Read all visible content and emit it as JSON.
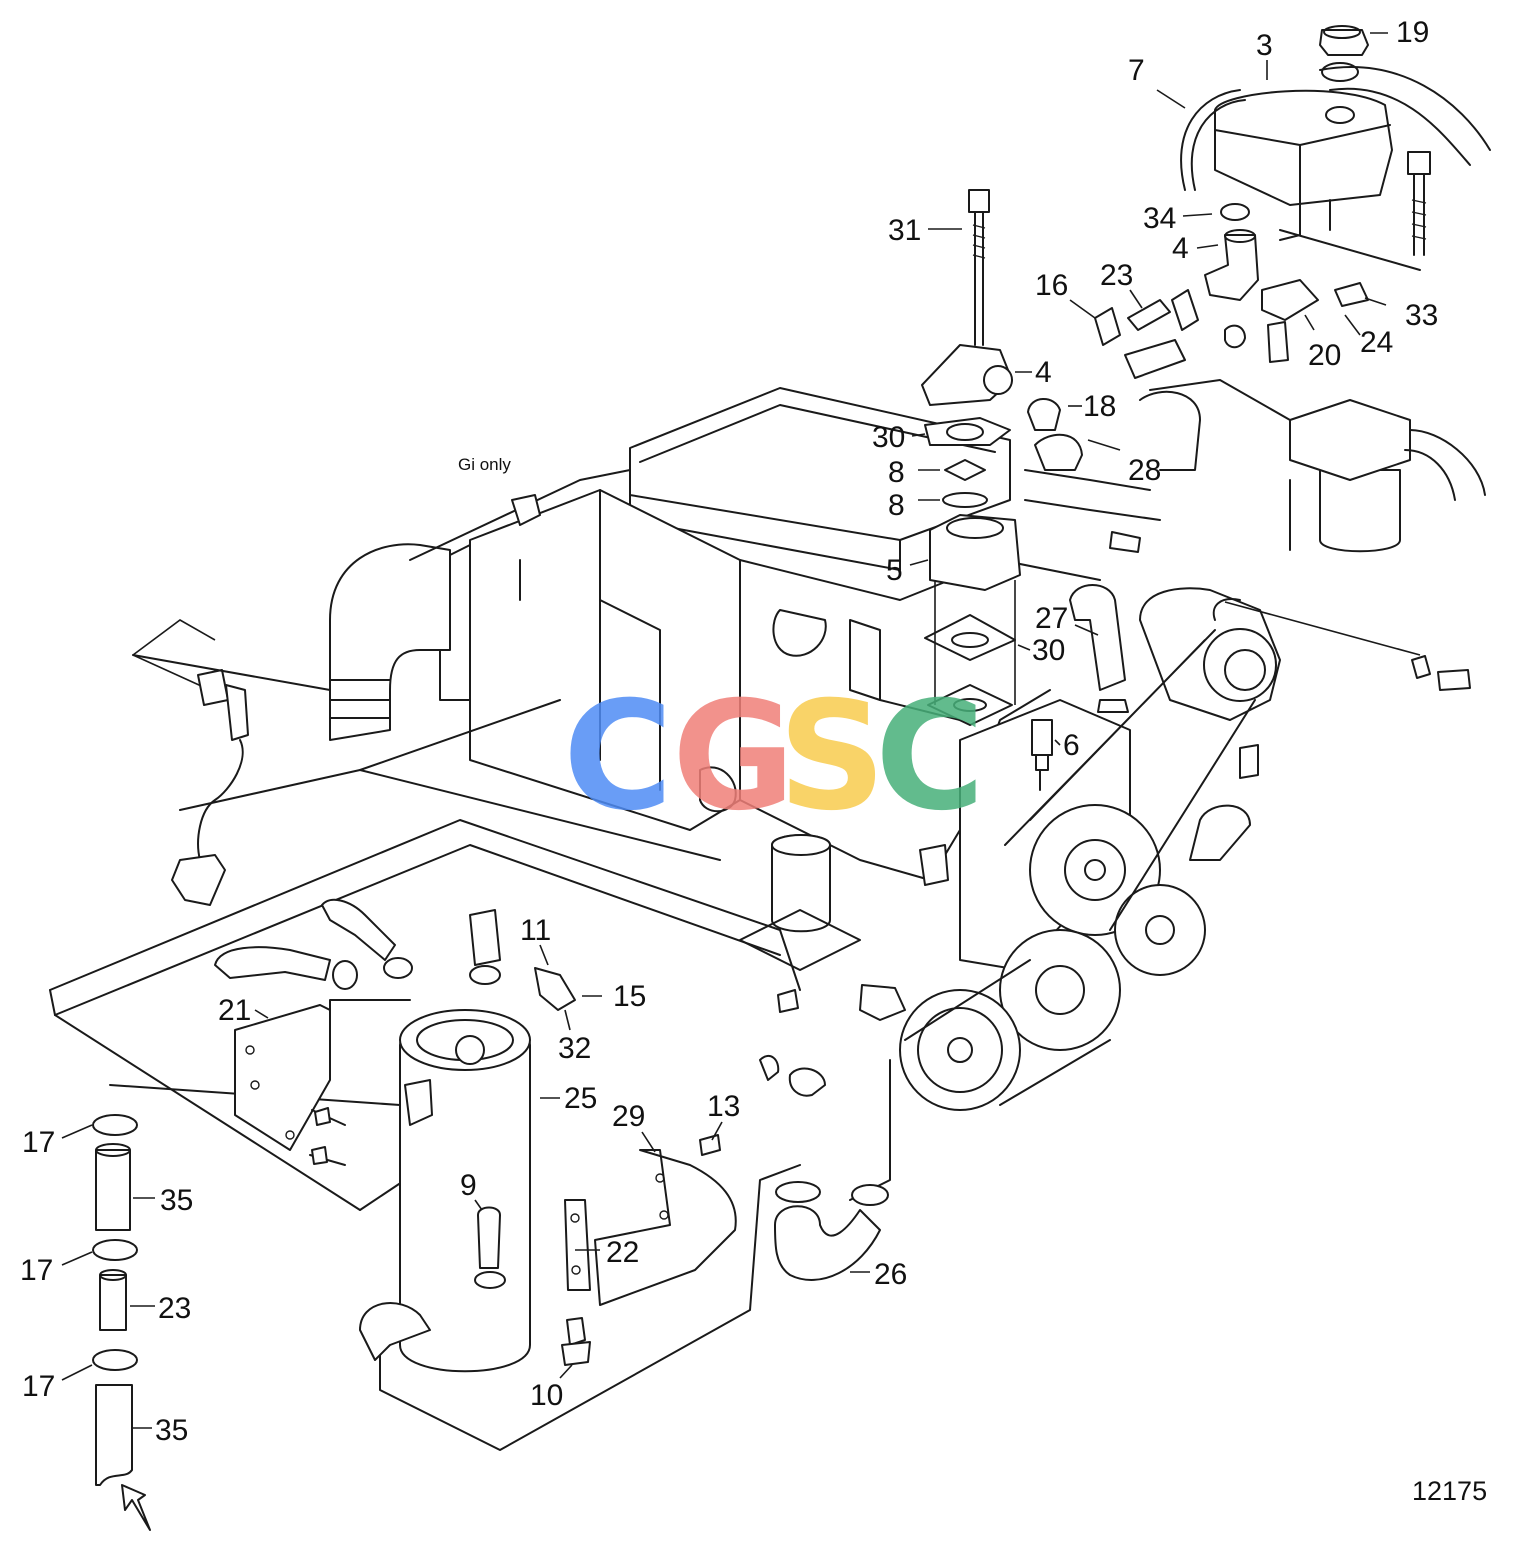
{
  "drawing_number": "12175",
  "note_gi_only": "Gi only",
  "watermark": {
    "letters": [
      "C",
      "G",
      "S",
      "C"
    ],
    "colors": [
      "#4f8df5",
      "#f07f79",
      "#f8cc4e",
      "#47b07a"
    ]
  },
  "callouts": [
    {
      "id": "c3",
      "text": "3"
    },
    {
      "id": "c19",
      "text": "19"
    },
    {
      "id": "c7",
      "text": "7"
    },
    {
      "id": "c34",
      "text": "34"
    },
    {
      "id": "c4a",
      "text": "4"
    },
    {
      "id": "c31",
      "text": "31"
    },
    {
      "id": "c16",
      "text": "16"
    },
    {
      "id": "c23a",
      "text": "23"
    },
    {
      "id": "c33",
      "text": "33"
    },
    {
      "id": "c24",
      "text": "24"
    },
    {
      "id": "c20",
      "text": "20"
    },
    {
      "id": "c4b",
      "text": "4"
    },
    {
      "id": "c18",
      "text": "18"
    },
    {
      "id": "c30a",
      "text": "30"
    },
    {
      "id": "c28",
      "text": "28"
    },
    {
      "id": "c8a",
      "text": "8"
    },
    {
      "id": "c8b",
      "text": "8"
    },
    {
      "id": "c5",
      "text": "5"
    },
    {
      "id": "c27",
      "text": "27"
    },
    {
      "id": "c30b",
      "text": "30"
    },
    {
      "id": "c6",
      "text": "6"
    },
    {
      "id": "c11",
      "text": "11"
    },
    {
      "id": "c15",
      "text": "15"
    },
    {
      "id": "c21",
      "text": "21"
    },
    {
      "id": "c32",
      "text": "32"
    },
    {
      "id": "c25",
      "text": "25"
    },
    {
      "id": "c17a",
      "text": "17"
    },
    {
      "id": "c35a",
      "text": "35"
    },
    {
      "id": "c29",
      "text": "29"
    },
    {
      "id": "c13",
      "text": "13"
    },
    {
      "id": "c9",
      "text": "9"
    },
    {
      "id": "c22",
      "text": "22"
    },
    {
      "id": "c26",
      "text": "26"
    },
    {
      "id": "c17b",
      "text": "17"
    },
    {
      "id": "c23b",
      "text": "23"
    },
    {
      "id": "c17c",
      "text": "17"
    },
    {
      "id": "c10",
      "text": "10"
    },
    {
      "id": "c35b",
      "text": "35"
    }
  ]
}
